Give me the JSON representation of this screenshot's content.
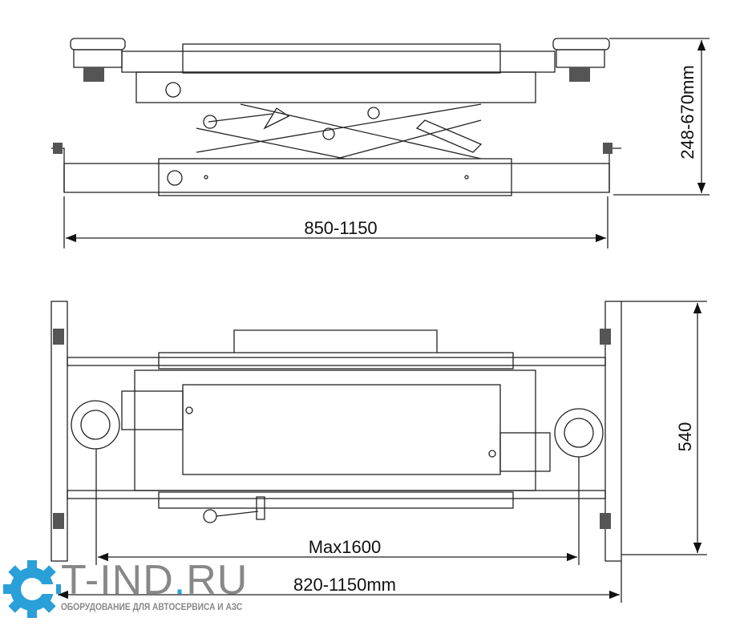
{
  "dimensions": {
    "height_range": "248-670mm",
    "side_width": "850-1150",
    "depth": "540",
    "max_span": "Max1600",
    "plan_width": "820-1150mm"
  },
  "logo": {
    "name_part1": "T-IND",
    "name_dot": ".",
    "name_part2": "RU",
    "tagline": "ОБОРУДОВАНИЕ ДЛЯ АВТОСЕРВИСА И АЗС",
    "accent_color": "#2a9fd8"
  }
}
